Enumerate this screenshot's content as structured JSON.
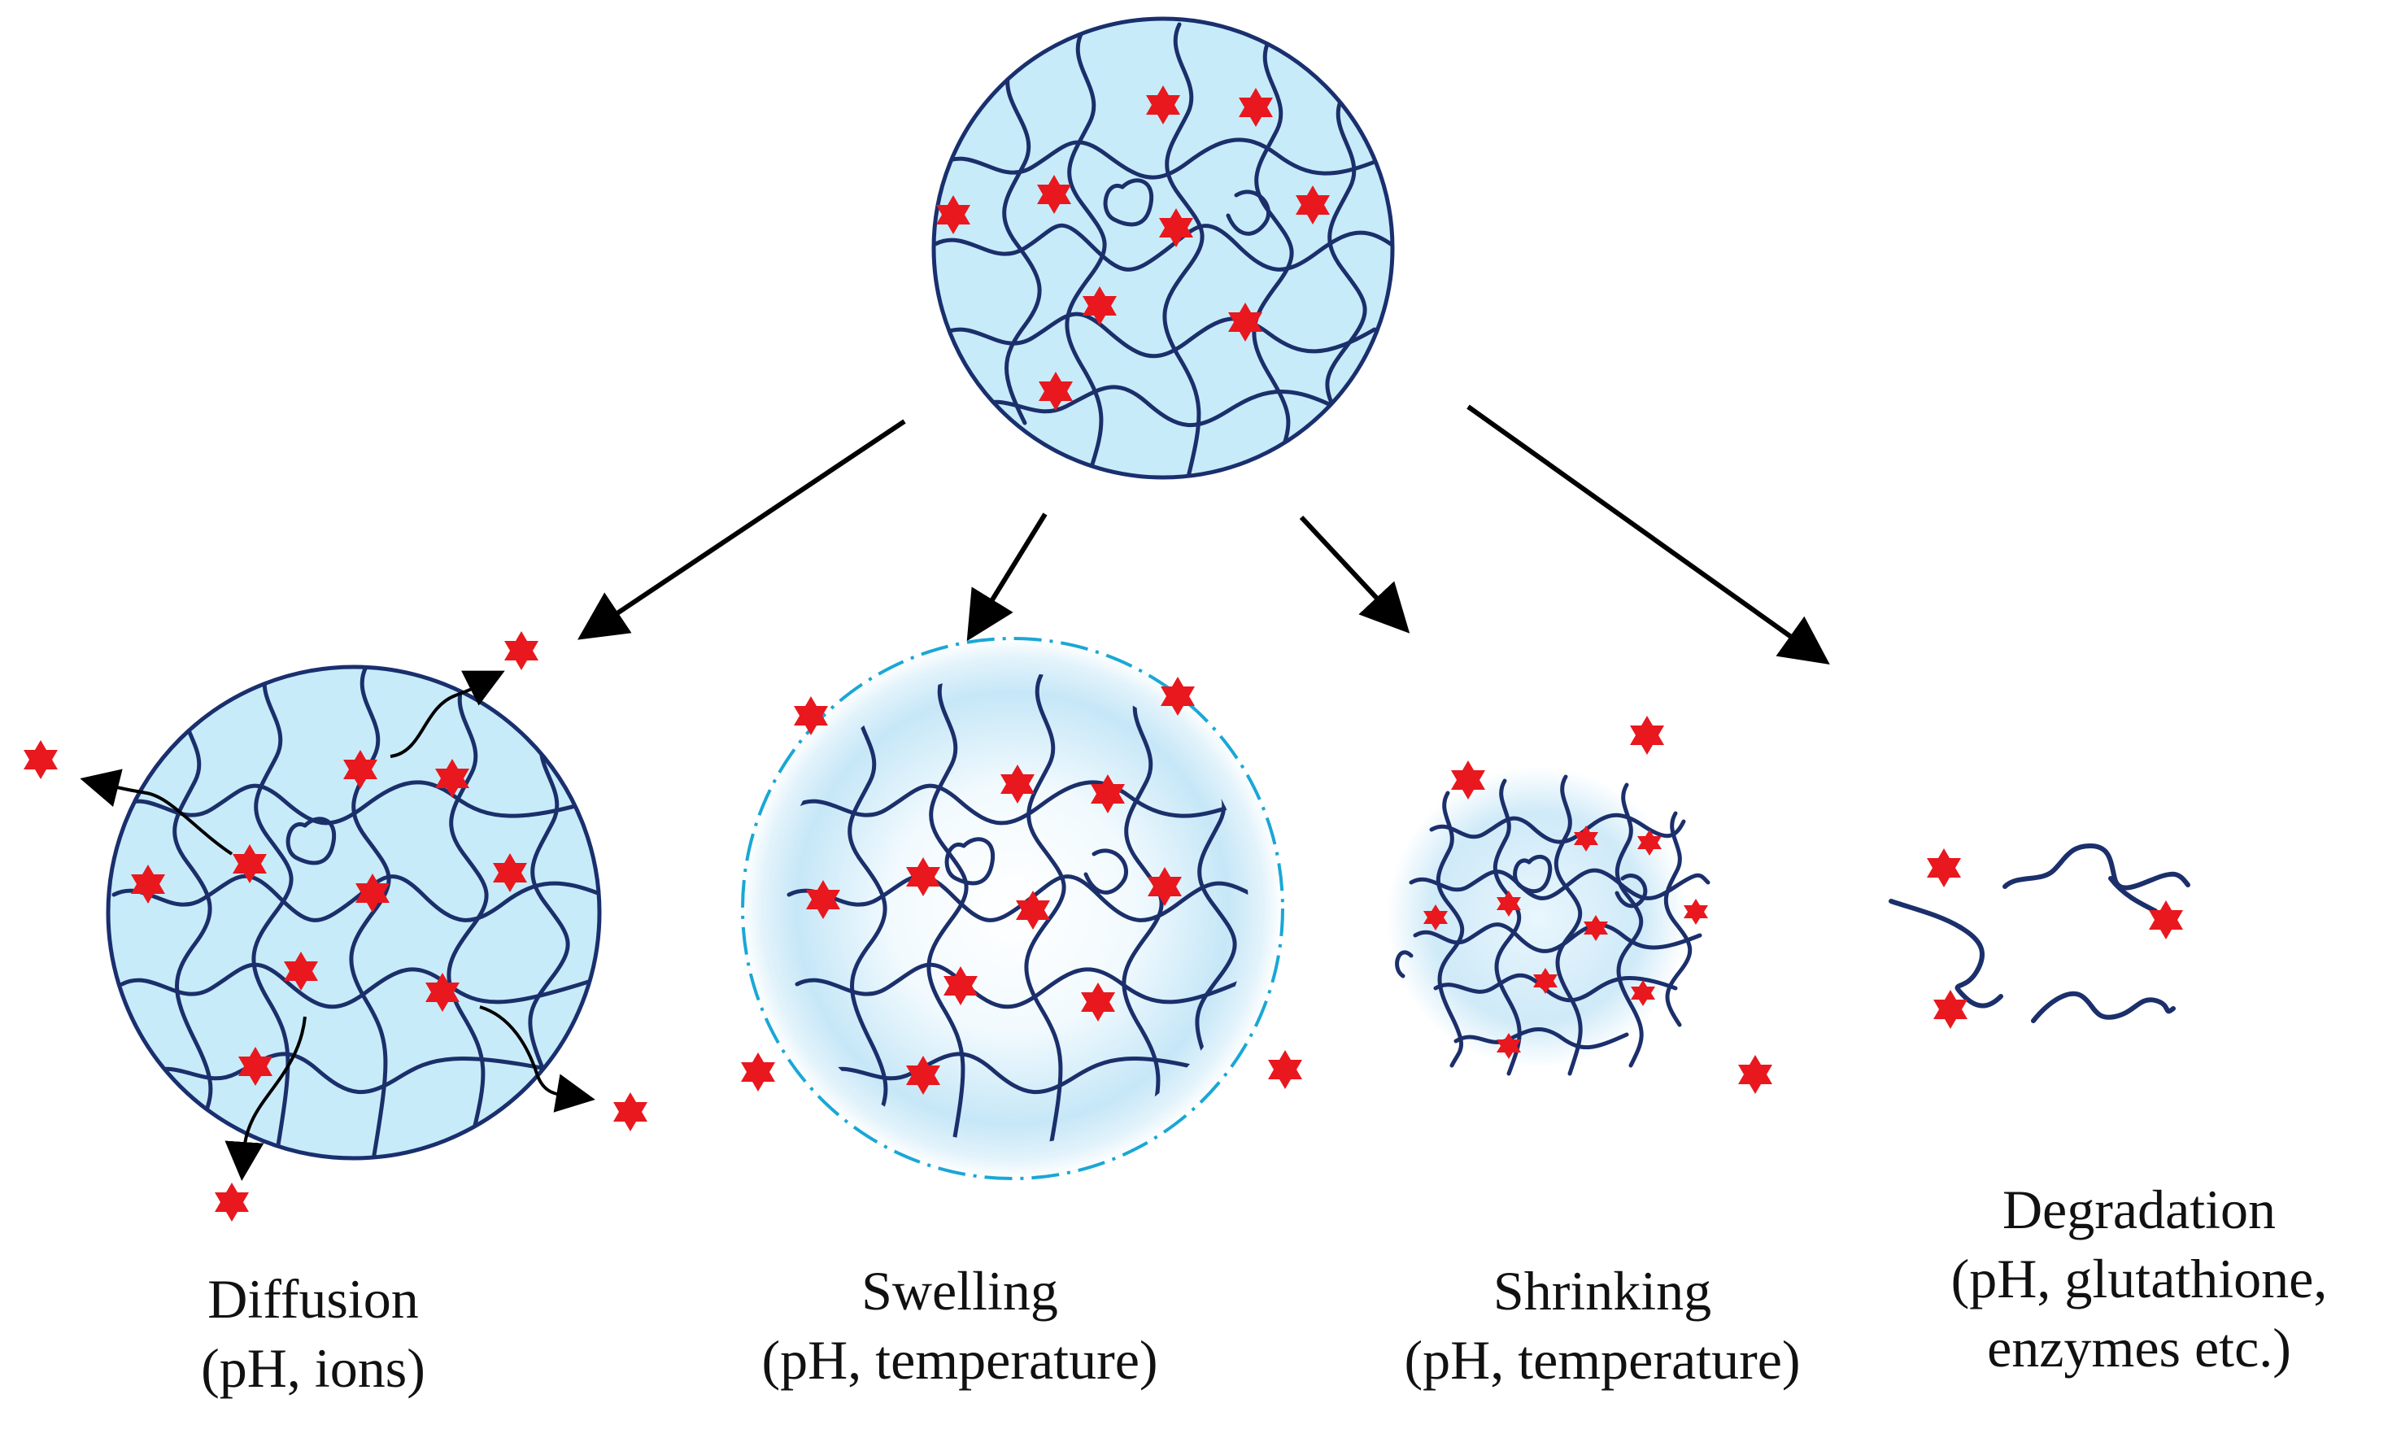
{
  "labels": {
    "diffusion": {
      "title": "Diffusion",
      "sub": "(pH, ions)"
    },
    "swelling": {
      "title": "Swelling",
      "sub": "(pH, temperature)"
    },
    "shrinking": {
      "title": "Shrinking",
      "sub": "(pH, temperature)"
    },
    "degradation": {
      "title": "Degradation",
      "line2": "(pH, glutathione,",
      "line3": "enzymes etc.)"
    }
  },
  "colors": {
    "gel_fill": "#c8ebf9",
    "gel_outline": "#1a2f6e",
    "polymer_chain": "#1b2f6b",
    "drug_star": "#e8181e",
    "swelling_boundary": "#1aa7d6",
    "arrow": "#000000"
  },
  "icons": {
    "drug": "six-pointed-red-star",
    "network": "crosslinked-polymer-chain"
  }
}
